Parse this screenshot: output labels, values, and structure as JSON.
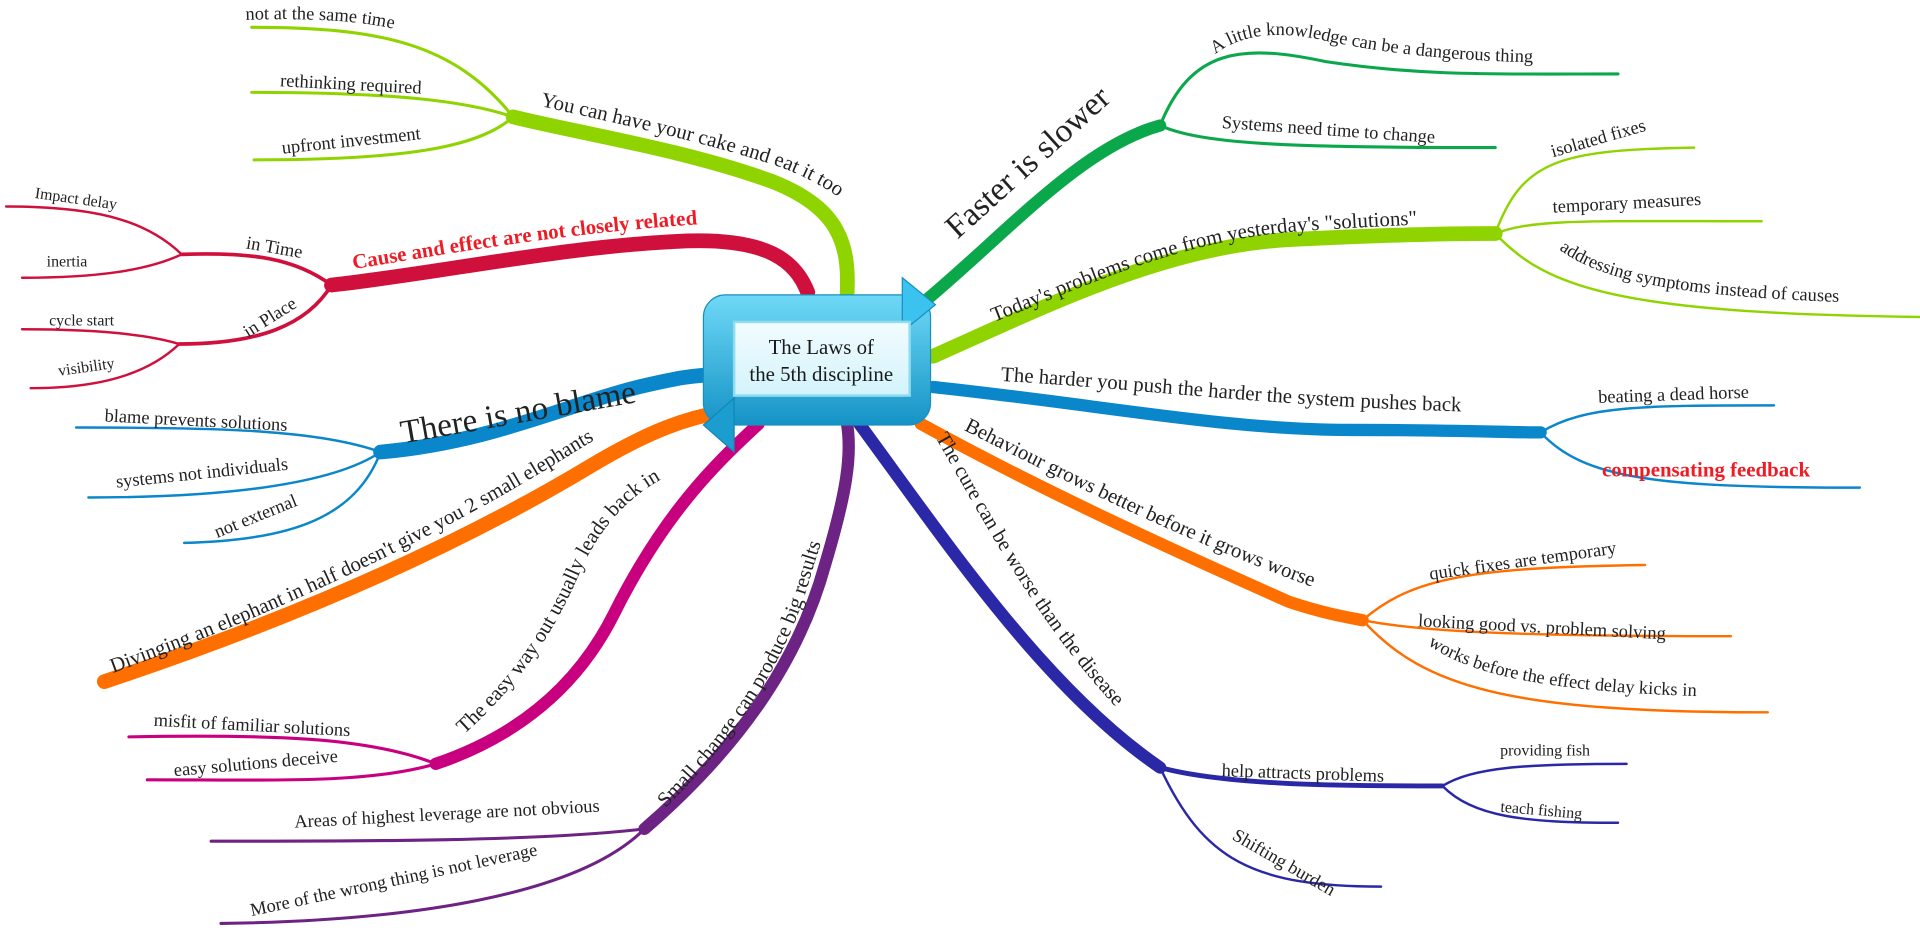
{
  "center": {
    "line1": "The Laws of",
    "line2": "the 5th discipline"
  },
  "colors": {
    "lime": "#8fd400",
    "crimson": "#d0103c",
    "blue": "#0a86cb",
    "orange": "#ff6f00",
    "magenta": "#c8007f",
    "purple": "#6c2383",
    "green": "#0aa74b",
    "navy": "#2a28a6",
    "highlight": "#ee1c25",
    "node": "#35b9e6"
  },
  "branches": [
    {
      "label": "You can have your cake and eat it too",
      "children": [
        "not at the same time",
        "rethinking required",
        "upfront investment"
      ]
    },
    {
      "label": "Cause and effect are not closely related",
      "children": [
        {
          "label": "in Time",
          "children": [
            "Impact delay",
            "inertia"
          ]
        },
        {
          "label": "in Place",
          "children": [
            "cycle start",
            "visibility"
          ]
        }
      ]
    },
    {
      "label": "There is no blame",
      "children": [
        "blame prevents solutions",
        "systems not individuals",
        "not external"
      ]
    },
    {
      "label": "Divinging an elephant in half doesn't give you 2 small elephants",
      "children": []
    },
    {
      "label": "The easy way out usually leads back in",
      "children": [
        "misfit of familiar solutions",
        "easy solutions deceive"
      ]
    },
    {
      "label": "Small change can produce big results",
      "children": [
        "Areas of highest leverage are not obvious",
        "More of the wrong thing is not leverage"
      ]
    },
    {
      "label": "Faster is slower",
      "children": [
        "A little knowledge can be a dangerous thing",
        "Systems need time to change"
      ]
    },
    {
      "label": "Today's problems come from yesterday's \"solutions\"",
      "children": [
        "isolated fixes",
        "temporary measures",
        "addressing symptoms instead of causes"
      ]
    },
    {
      "label": "The harder you push the harder the system pushes back",
      "children": [
        "beating a dead horse",
        "compensating feedback"
      ]
    },
    {
      "label": "Behaviour grows better before it grows worse",
      "children": [
        "quick fixes are temporary",
        "looking good vs. problem solving",
        "works before the effect delay kicks in"
      ]
    },
    {
      "label": "The cure can be worse than the disease",
      "children": [
        {
          "label": "help attracts problems",
          "children": [
            "providing fish",
            "teach fishing"
          ]
        },
        "Shifting burden"
      ]
    }
  ]
}
